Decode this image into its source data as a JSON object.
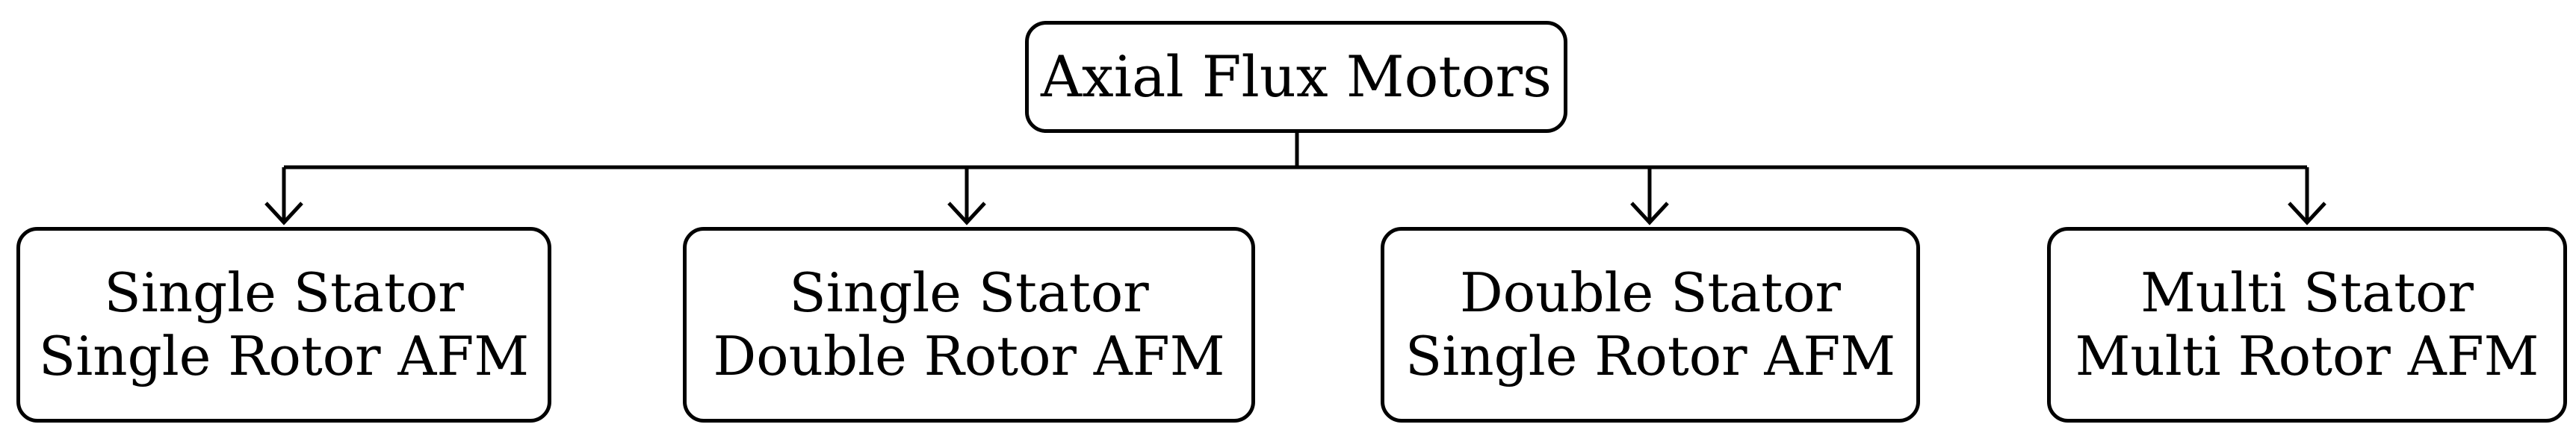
{
  "diagram": {
    "root": {
      "label": "Axial Flux Motors"
    },
    "children": [
      {
        "line1": "Single Stator",
        "line2": "Single Rotor AFM"
      },
      {
        "line1": "Single Stator",
        "line2": "Double Rotor AFM"
      },
      {
        "line1": "Double Stator",
        "line2": "Single Rotor AFM"
      },
      {
        "line1": "Multi Stator",
        "line2": "Multi Rotor AFM"
      }
    ],
    "colors": {
      "stroke": "#000000",
      "background": "#ffffff"
    }
  }
}
